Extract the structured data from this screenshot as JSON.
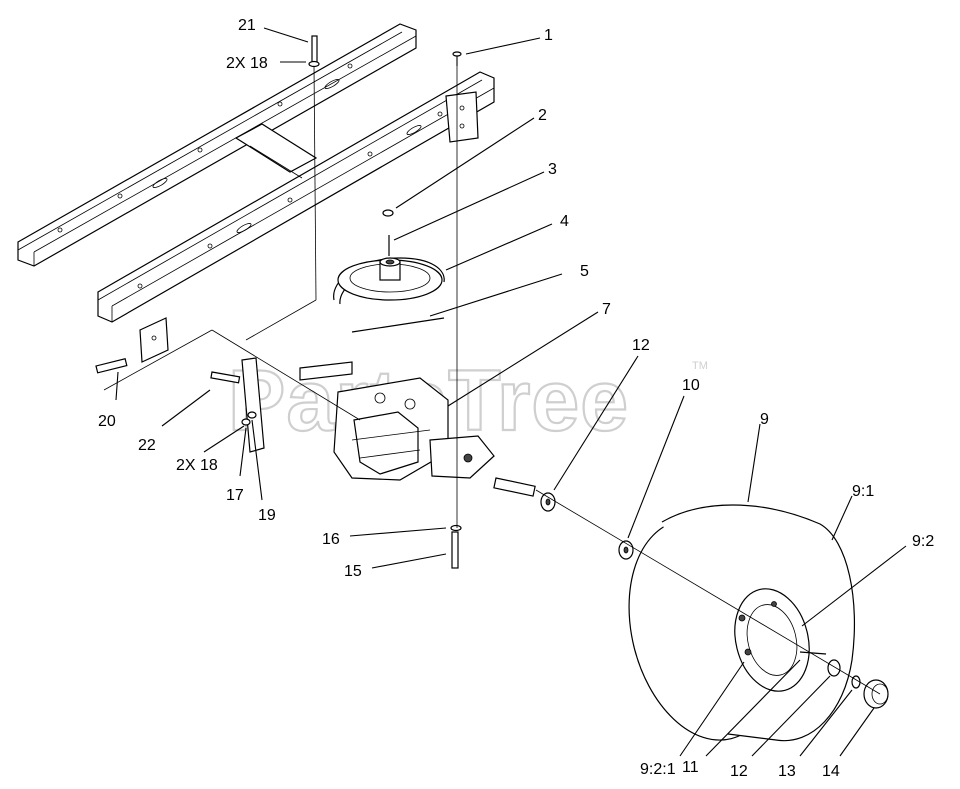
{
  "watermark": {
    "text": "PartsTree",
    "trademark": "TM"
  },
  "callouts": [
    {
      "id": "c-21",
      "text": "21"
    },
    {
      "id": "c-2x18a",
      "text": "2X 18"
    },
    {
      "id": "c-1",
      "text": "1"
    },
    {
      "id": "c-2",
      "text": "2"
    },
    {
      "id": "c-3",
      "text": "3"
    },
    {
      "id": "c-4",
      "text": "4"
    },
    {
      "id": "c-5",
      "text": "5"
    },
    {
      "id": "c-7",
      "text": "7"
    },
    {
      "id": "c-12a",
      "text": "12"
    },
    {
      "id": "c-10",
      "text": "10"
    },
    {
      "id": "c-9",
      "text": "9"
    },
    {
      "id": "c-9-1",
      "text": "9:1"
    },
    {
      "id": "c-9-2",
      "text": "9:2"
    },
    {
      "id": "c-20",
      "text": "20"
    },
    {
      "id": "c-22",
      "text": "22"
    },
    {
      "id": "c-2x18b",
      "text": "2X 18"
    },
    {
      "id": "c-17",
      "text": "17"
    },
    {
      "id": "c-19",
      "text": "19"
    },
    {
      "id": "c-16",
      "text": "16"
    },
    {
      "id": "c-15",
      "text": "15"
    },
    {
      "id": "c-9-2-1",
      "text": "9:2:1"
    },
    {
      "id": "c-11",
      "text": "11"
    },
    {
      "id": "c-12b",
      "text": "12"
    },
    {
      "id": "c-13",
      "text": "13"
    },
    {
      "id": "c-14",
      "text": "14"
    }
  ]
}
